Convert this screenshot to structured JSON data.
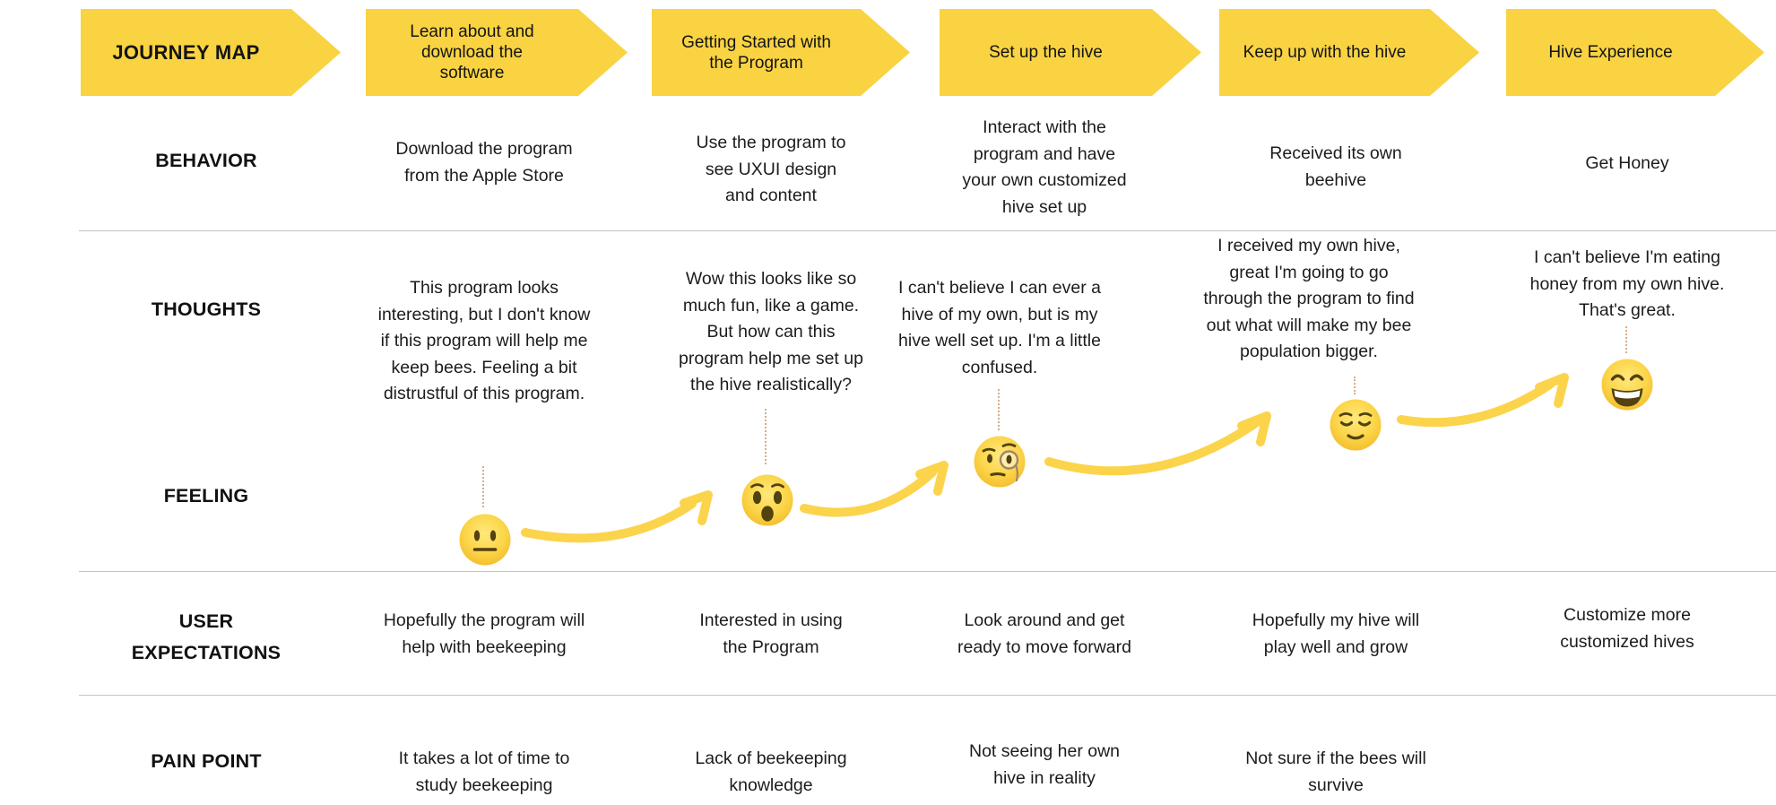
{
  "header": {
    "title": "JOURNEY MAP",
    "stages": [
      [
        "Learn about and",
        "download the",
        "software"
      ],
      [
        "Getting Started with",
        "the Program"
      ],
      [
        "Set up the hive"
      ],
      [
        "Keep up with the hive"
      ],
      [
        "Hive Experience"
      ]
    ]
  },
  "row_labels": {
    "behavior": "BEHAVIOR",
    "thoughts": "THOUGHTS",
    "feeling": "FEELING",
    "expectations": [
      "USER",
      "EXPECTATIONS"
    ],
    "pain": "PAIN POINT"
  },
  "behavior": {
    "cells": [
      [
        "Download the program",
        "from the Apple Store"
      ],
      [
        "Use the program to",
        "see UXUI design",
        "and content"
      ],
      [
        "Interact with the",
        "program and have",
        "your own customized",
        "hive set up"
      ],
      [
        "Received its own",
        "beehive"
      ],
      [
        "Get Honey"
      ]
    ]
  },
  "thoughts": {
    "cells": [
      [
        "This program looks",
        "interesting, but I don't know",
        "if this program will help me",
        "keep bees. Feeling a bit",
        "distrustful of this program."
      ],
      [
        "Wow this looks like so",
        "much fun, like a game.",
        "But how can this",
        "program help me set up",
        "the hive realistically?"
      ],
      [
        "I can't believe I can ever a",
        "hive of my own, but is my",
        "hive well set up. I'm a little",
        "confused."
      ],
      [
        "I received my own hive,",
        "great I'm going to go",
        "through the program to find",
        "out what will make my bee",
        "population bigger."
      ],
      [
        "I can't believe I'm eating",
        "honey from my own hive.",
        "That's great."
      ]
    ]
  },
  "feeling": {
    "emojis": [
      {
        "name": "neutral-face"
      },
      {
        "name": "astonished-face"
      },
      {
        "name": "face-with-monocle"
      },
      {
        "name": "relieved-face"
      },
      {
        "name": "beaming-face-with-smiling-eyes"
      }
    ]
  },
  "expectations": {
    "cells": [
      [
        "Hopefully the program will",
        "help with beekeeping"
      ],
      [
        "Interested in using",
        "the Program"
      ],
      [
        "Look around and get",
        "ready to move forward"
      ],
      [
        "Hopefully my hive will",
        "play well and grow"
      ],
      [
        "Customize more",
        "customized hives"
      ]
    ]
  },
  "pain_points": {
    "cells": [
      [
        "It takes a lot of time to",
        "study beekeeping"
      ],
      [
        "Lack of beekeeping",
        "knowledge"
      ],
      [
        "Not seeing her own",
        "hive in reality"
      ],
      [
        "Not sure if the bees will",
        "survive"
      ],
      []
    ]
  },
  "colors": {
    "chevron_yellow": "#F9D342",
    "arrow_yellow": "#FBD44C",
    "divider_gray": "#C4C4C4",
    "connector_tan": "#D9AE87"
  }
}
